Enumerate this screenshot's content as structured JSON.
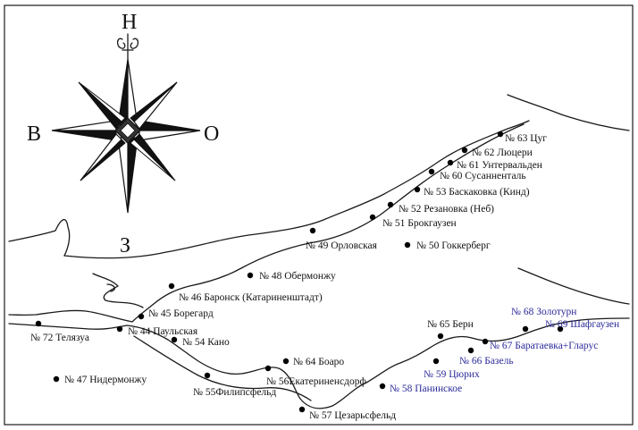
{
  "compass": {
    "north": "Н",
    "west": "В",
    "east": "О",
    "south": "З"
  },
  "labels": {
    "s63": "№ 63 Цуг",
    "s62": "№ 62 Люцери",
    "s61": "№ 61 Унтервальден",
    "s60": "№ 60 Сусанненталь",
    "s53": "№ 53 Баскаковка (Кинд)",
    "s52": "№ 52 Резановка (Неб)",
    "s51": "№ 51 Брокгаузен",
    "s49": "№ 49 Орловская",
    "s50": "№ 50 Гоккерберг",
    "s48": "№ 48 Обермонжу",
    "s46": "№ 46 Баронск (Катариненштадт)",
    "s45": "№ 45 Борегард",
    "s72": "№ 72 Телязуа",
    "s44": "№ 44 Паульская",
    "s54": "№ 54 Кано",
    "s64": "№ 64 Боаро",
    "s47": "№ 47 Нидермонжу",
    "s56": "№ 56Екатериненсдорф",
    "s55": "№ 55Филипсфельд",
    "s57": "№ 57 Цезарьсфельд",
    "s65": "№ 65 Берн",
    "s68": "№ 68 Золотурн",
    "s69": "№ 69 Шафгаузен",
    "s67": "№ 67 Баратаевка+Гларус",
    "s66": "№ 66 Базель",
    "s59": "№ 59 Цюрих",
    "s58": "№ 58 Панинское"
  },
  "colors": {
    "ink": "#111111",
    "blue_labels": "#2a2a9a",
    "background": "#ffffff"
  }
}
